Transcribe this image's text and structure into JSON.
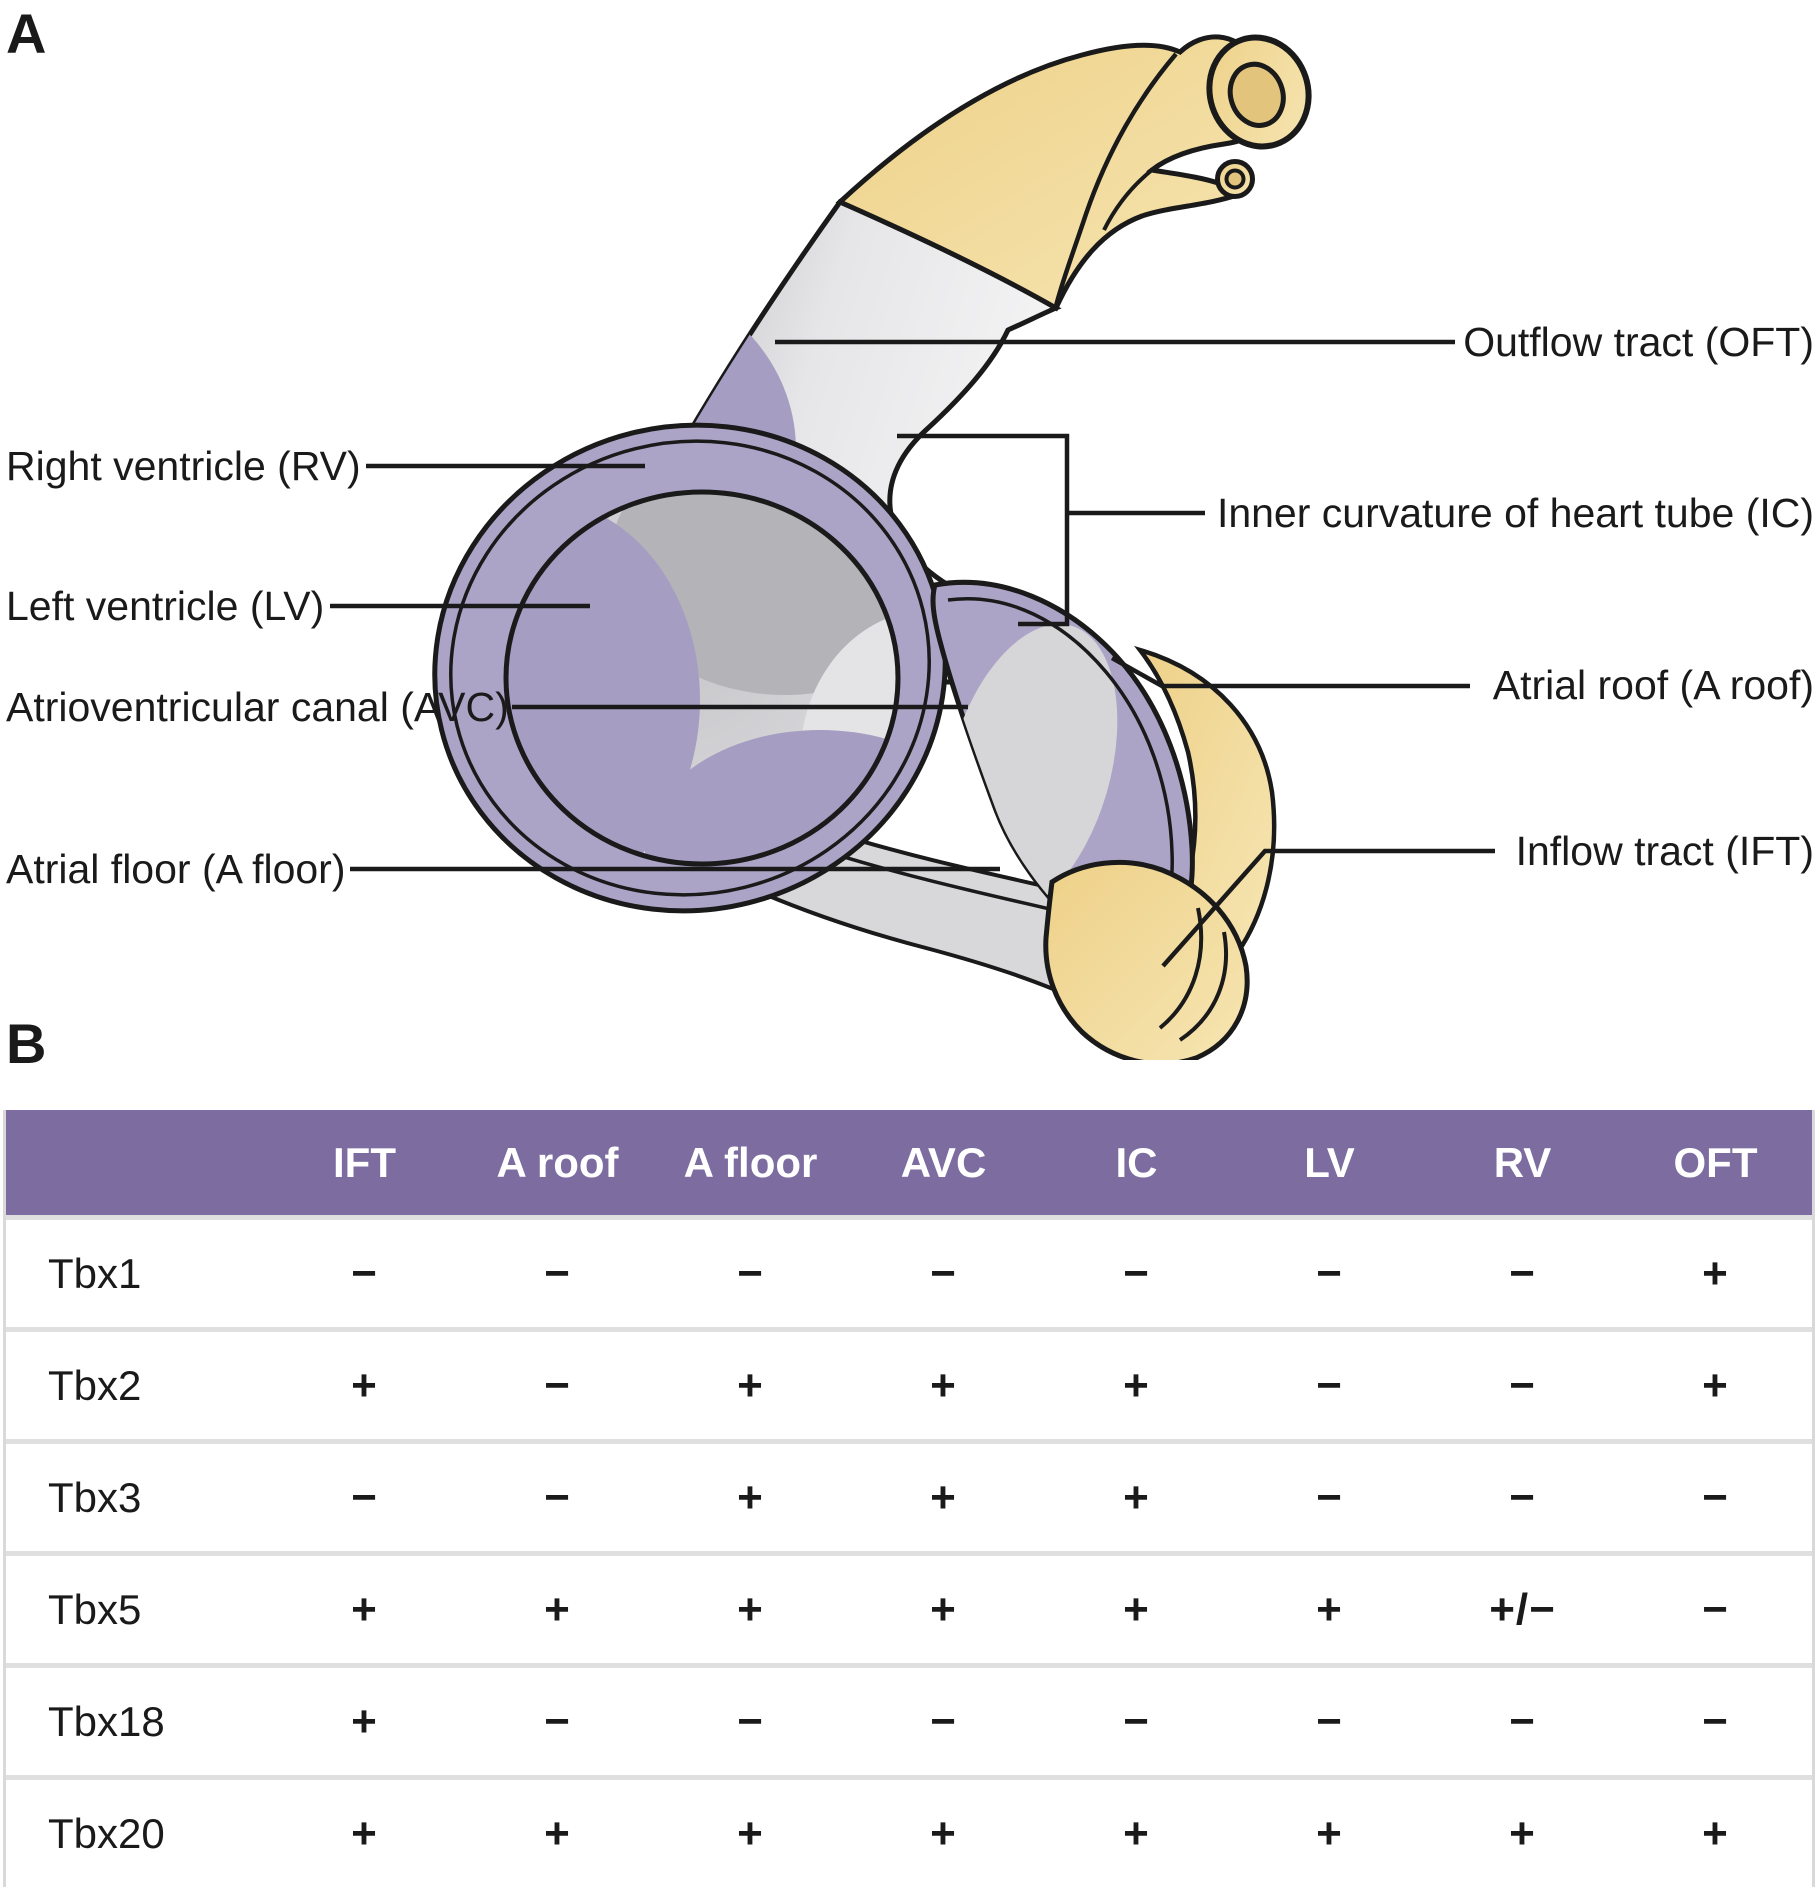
{
  "panelA": {
    "label": "A",
    "labels": {
      "oft": "Outflow tract (OFT)",
      "rv": "Right ventricle (RV)",
      "ic": "Inner curvature of heart tube (IC)",
      "lv": "Left ventricle (LV)",
      "aroof": "Atrial roof (A roof)",
      "avc": "Atrioventricular canal (AVC)",
      "afloor": "Atrial floor (A floor)",
      "ift": "Inflow tract (IFT)"
    },
    "region_colors": {
      "myocardium_gray": "#D9D9DB",
      "chamber_purple": "#ACA4C7",
      "poles_yellow": "#F2DB9B"
    }
  },
  "panelB": {
    "label": "B",
    "table": {
      "header_bg": "#7C6CA0",
      "columns": [
        "IFT",
        "A roof",
        "A floor",
        "AVC",
        "IC",
        "LV",
        "RV",
        "OFT"
      ],
      "rows": [
        {
          "gene": "Tbx1",
          "values": [
            "−",
            "−",
            "−",
            "−",
            "−",
            "−",
            "−",
            "+"
          ]
        },
        {
          "gene": "Tbx2",
          "values": [
            "+",
            "−",
            "+",
            "+",
            "+",
            "−",
            "−",
            "+"
          ]
        },
        {
          "gene": "Tbx3",
          "values": [
            "−",
            "−",
            "+",
            "+",
            "+",
            "−",
            "−",
            "−"
          ]
        },
        {
          "gene": "Tbx5",
          "values": [
            "+",
            "+",
            "+",
            "+",
            "+",
            "+",
            "+/−",
            "−"
          ]
        },
        {
          "gene": "Tbx18",
          "values": [
            "+",
            "−",
            "−",
            "−",
            "−",
            "−",
            "−",
            "−"
          ]
        },
        {
          "gene": "Tbx20",
          "values": [
            "+",
            "+",
            "+",
            "+",
            "+",
            "+",
            "+",
            "+"
          ]
        }
      ]
    }
  }
}
